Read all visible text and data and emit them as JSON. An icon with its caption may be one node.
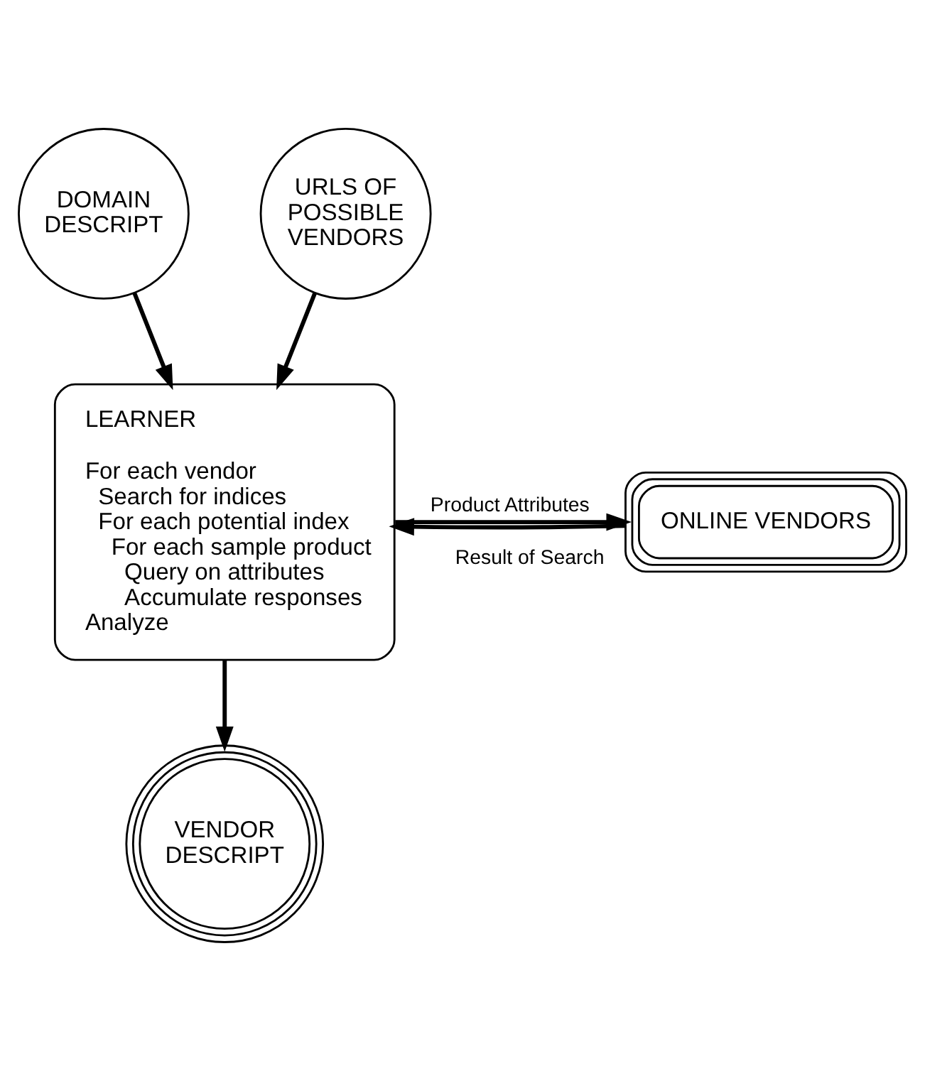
{
  "diagram": {
    "nodes": [
      {
        "text": [
          "DOMAIN DESCRIPT"
        ]
      },
      {
        "text": [
          "URLS OF POSSIBLE VENDORS"
        ]
      },
      {
        "text": [
          "LEARNER",
          "For each vendor",
          "Search for indices",
          "For each potential index",
          "For each sample product",
          "Query on attributes",
          "Accumulate responses",
          "Analyze"
        ]
      },
      {
        "text": [
          "ONLINE VENDORS"
        ]
      },
      {
        "text": [
          "VENDOR DESCRIPT"
        ]
      }
    ],
    "edges": [
      {
        "from": 0,
        "to": 2,
        "arrow": "to"
      },
      {
        "from": 1,
        "to": 2,
        "arrow": "to"
      },
      {
        "from": 2,
        "to": 3,
        "arrow": "to",
        "label": "Product Attributes"
      },
      {
        "from": 3,
        "to": 2,
        "arrow": "to",
        "label": "Result of Search"
      },
      {
        "from": 2,
        "to": 4,
        "arrow": "to"
      }
    ]
  }
}
